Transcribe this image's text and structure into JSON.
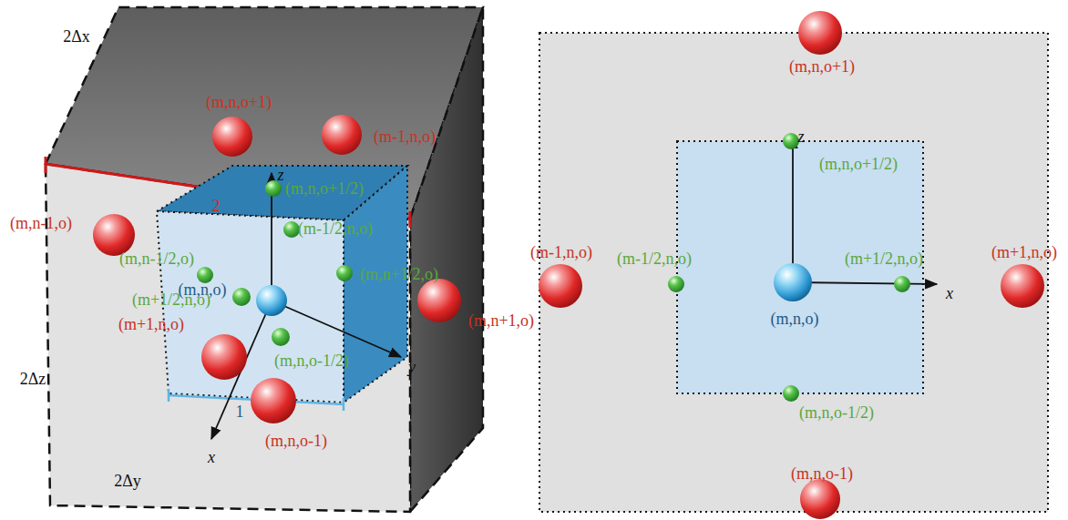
{
  "diagram": {
    "labels": [
      "2Δx",
      "(m,n,o+1)",
      "(m-1,n,o)",
      "2",
      "(m,n,o+1/2)",
      "(m,n-1,o)",
      "(m-1/2,n,o)",
      "(m,n-1/2,o)",
      "(m,n+1/2,o)",
      "(m,n,o)",
      "(m+1/2,n,o)",
      "(m+1,n,o)",
      "(m,n+1,o)",
      "2Δz",
      "z",
      "y",
      "(m,n,o-1/2)",
      "1",
      "x",
      "(m,n,o-1)",
      "2Δy",
      "(m,n,o+1)",
      "z",
      "(m,n,o+1/2)",
      "(m-1,n,o)",
      "(m-1/2,n,o)",
      "(m+1/2,n,o)",
      "(m+1,n,o)",
      "x",
      "(m,n,o)",
      "(m,n,o-1/2)",
      "(m,n,o-1)"
    ]
  }
}
